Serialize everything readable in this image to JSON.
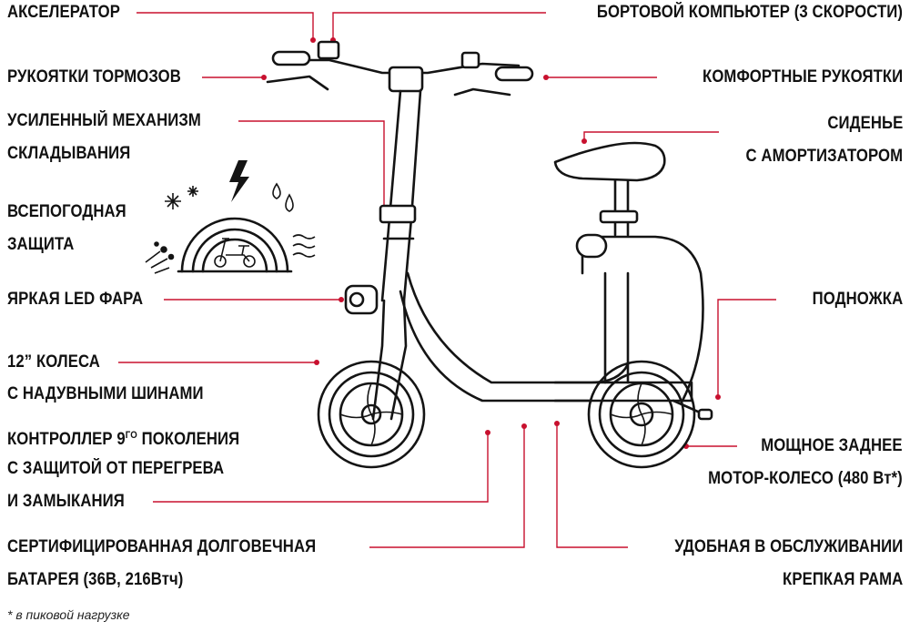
{
  "labels": {
    "accelerator": "АКСЕЛЕРАТОР",
    "onboard_computer": "БОРТОВОЙ КОМПЬЮТЕР (3 СКОРОСТИ)",
    "brake_handles": "РУКОЯТКИ ТОРМОЗОВ",
    "comfort_grips": "КОМФОРТНЫЕ РУКОЯТКИ",
    "folding_line1": "УСИЛЕННЫЙ МЕХАНИЗМ",
    "folding_line2": "СКЛАДЫВАНИЯ",
    "seat_line1": "СИДЕНЬЕ",
    "seat_line2": "С АМОРТИЗАТОРОМ",
    "weather_line1": "ВСЕПОГОДНАЯ",
    "weather_line2": "ЗАЩИТА",
    "led_light": "ЯРКАЯ LED ФАРА",
    "kickstand": "ПОДНОЖКА",
    "wheels_line1": "12” КОЛЕСА",
    "wheels_line2": "С НАДУВНЫМИ ШИНАМИ",
    "controller_line1_a": "КОНТРОЛЛЕР 9",
    "controller_line1_sup": "ГО",
    "controller_line1_b": " ПОКОЛЕНИЯ",
    "controller_line2": "С ЗАЩИТОЙ ОТ ПЕРЕГРЕВА",
    "controller_line3": "И ЗАМЫКАНИЯ",
    "motor_line1": "МОЩНОЕ ЗАДНЕЕ",
    "motor_line2": "МОТОР-КОЛЕСО (480 Вт*)",
    "battery_line1": "СЕРТИФИЦИРОВАННАЯ ДОЛГОВЕЧНАЯ",
    "battery_line2": "БАТАРЕЯ (36В, 216Втч)",
    "service_line1": "УДОБНАЯ В ОБСЛУЖИВАНИИ",
    "service_line2": "КРЕПКАЯ РАМА"
  },
  "footnote": "* в пиковой нагрузке",
  "colors": {
    "leader": "#c8102e",
    "ink": "#141414",
    "background": "#ffffff"
  },
  "icons": [
    "weather-protection-icon",
    "lightning-icon",
    "snowflake-icon",
    "water-drops-icon",
    "wind-icon",
    "debris-icon"
  ]
}
